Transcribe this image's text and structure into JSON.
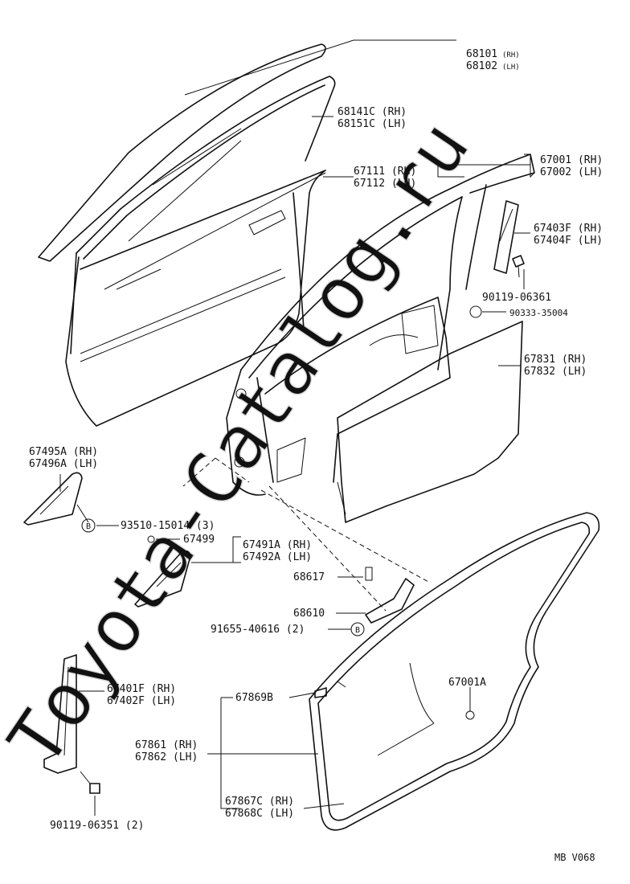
{
  "watermark": "Toyota-Catalog.ru",
  "diagram_code": "MB V068",
  "b_marker": "B",
  "labels": {
    "l68101": "68101",
    "l68101_side": "(RH)",
    "l68102": "68102",
    "l68102_side": "(LH)",
    "l68141c": "68141C (RH)",
    "l68151c": "68151C (LH)",
    "l67111": "67111 (RH)",
    "l67112": "67112 (LH)",
    "l67001": "67001 (RH)",
    "l67002": "67002 (LH)",
    "l67403f": "67403F (RH)",
    "l67404f": "67404F (LH)",
    "l9011906361": "90119-06361",
    "l9033335004": "90333-35004",
    "l67831": "67831 (RH)",
    "l67832": "67832 (LH)",
    "l67495a": "67495A (RH)",
    "l67496a": "67496A (LH)",
    "l9351015014": "93510-15014 (3)",
    "l67499": "67499",
    "l67491a": "67491A (RH)",
    "l67492a": "67492A (LH)",
    "l68617": "68617",
    "l68610": "68610",
    "l9165540616": "91655-40616 (2)",
    "l67401f": "67401F (RH)",
    "l67402f": "67402F (LH)",
    "l67869b": "67869B",
    "l67001a": "67001A",
    "l67861": "67861 (RH)",
    "l67862": "67862 (LH)",
    "l67867c": "67867C (RH)",
    "l67868c": "67868C (LH)",
    "l9011906351": "90119-06351 (2)"
  }
}
